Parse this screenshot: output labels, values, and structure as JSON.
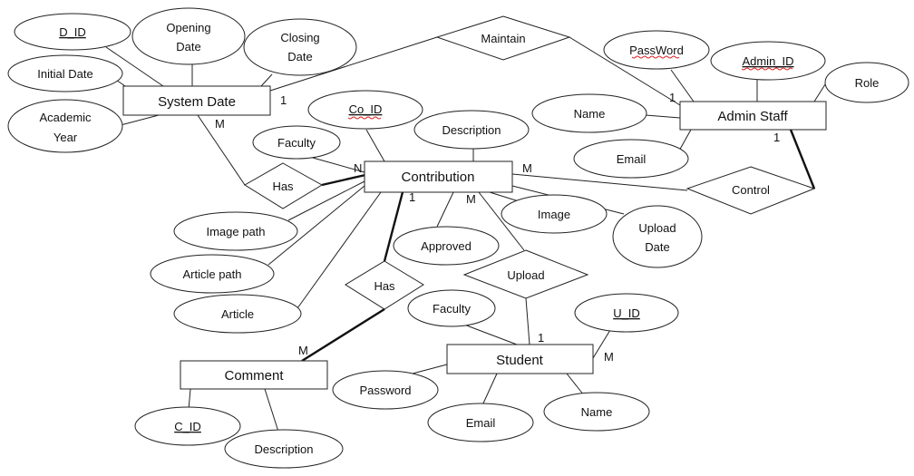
{
  "diagram": {
    "entities": {
      "system_date": "System Date",
      "admin_staff": "Admin Staff",
      "contribution": "Contribution",
      "student": "Student",
      "comment": "Comment"
    },
    "relationships": {
      "maintain": "Maintain",
      "has_faculty": "Has",
      "control": "Control",
      "upload": "Upload",
      "has_comment": "Has"
    },
    "attributes": {
      "d_id": "D_ID",
      "opening_date_1": "Opening",
      "opening_date_2": "Date",
      "closing_date_1": "Closing",
      "closing_date_2": "Date",
      "initial_date": "Initial Date",
      "academic_year_1": "Academic",
      "academic_year_2": "Year",
      "password_admin": "PassWord",
      "admin_id": "Admin_ID",
      "role": "Role",
      "name_admin": "Name",
      "email_admin": "Email",
      "co_id": "Co_ID",
      "description_contribution": "Description",
      "faculty_contribution": "Faculty",
      "image_path": "Image path",
      "article_path": "Article path",
      "article": "Article",
      "approved": "Approved",
      "image": "Image",
      "upload_date_1": "Upload",
      "upload_date_2": "Date",
      "faculty_student": "Faculty",
      "u_id": "U_ID",
      "password_student": "Password",
      "email_student": "Email",
      "name_student": "Name",
      "c_id": "C_ID",
      "description_comment": "Description"
    },
    "cardinalities": {
      "sd_maintain": "1",
      "admin_maintain": "1",
      "sd_has": "M",
      "contrib_has": "N",
      "contrib_control": "M",
      "admin_control": "1",
      "contrib_upload": "M",
      "contrib_hascomment": "1",
      "comment_has": "M",
      "student_upload": "1",
      "student_uid": "M"
    }
  }
}
